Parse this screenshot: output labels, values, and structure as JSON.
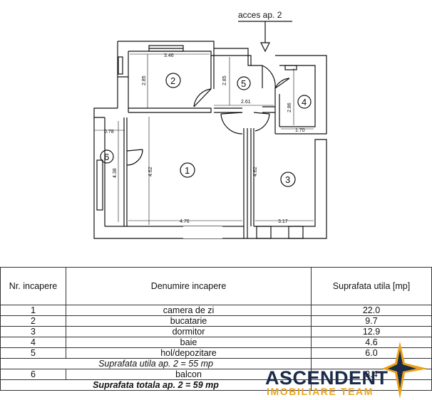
{
  "plan": {
    "access_label": "acces ap. 2",
    "dimensions": [
      "3.46",
      "2.85",
      "2.85",
      "2.61",
      "2.86",
      "1.70",
      "0.78",
      "4.38",
      "4.62",
      "4.62",
      "4.76",
      "3.17"
    ],
    "room_numbers": [
      "1",
      "2",
      "3",
      "4",
      "5",
      "6"
    ]
  },
  "table": {
    "headers": [
      "Nr. incapere",
      "Denumire incapere",
      "Suprafata utila [mp]"
    ],
    "rows": [
      {
        "nr": "1",
        "name": "camera de zi",
        "area": "22.0"
      },
      {
        "nr": "2",
        "name": "bucatarie",
        "area": "9.7"
      },
      {
        "nr": "3",
        "name": "dormitor",
        "area": "12.9"
      },
      {
        "nr": "4",
        "name": "baie",
        "area": "4.6"
      },
      {
        "nr": "5",
        "name": "hol/depozitare",
        "area": "6.0"
      }
    ],
    "subtotal": "Suprafata utila ap. 2 = 55 mp",
    "balcony": {
      "nr": "6",
      "name": "balcon",
      "area": "3.4"
    },
    "total": "Suprafata totala ap. 2 = 59 mp"
  },
  "logo": {
    "name": "ASCENDENT",
    "tagline": "IMOBILIARE TEAM",
    "colors": {
      "navy": "#1a2a48",
      "gold": "#e9a21a"
    }
  }
}
